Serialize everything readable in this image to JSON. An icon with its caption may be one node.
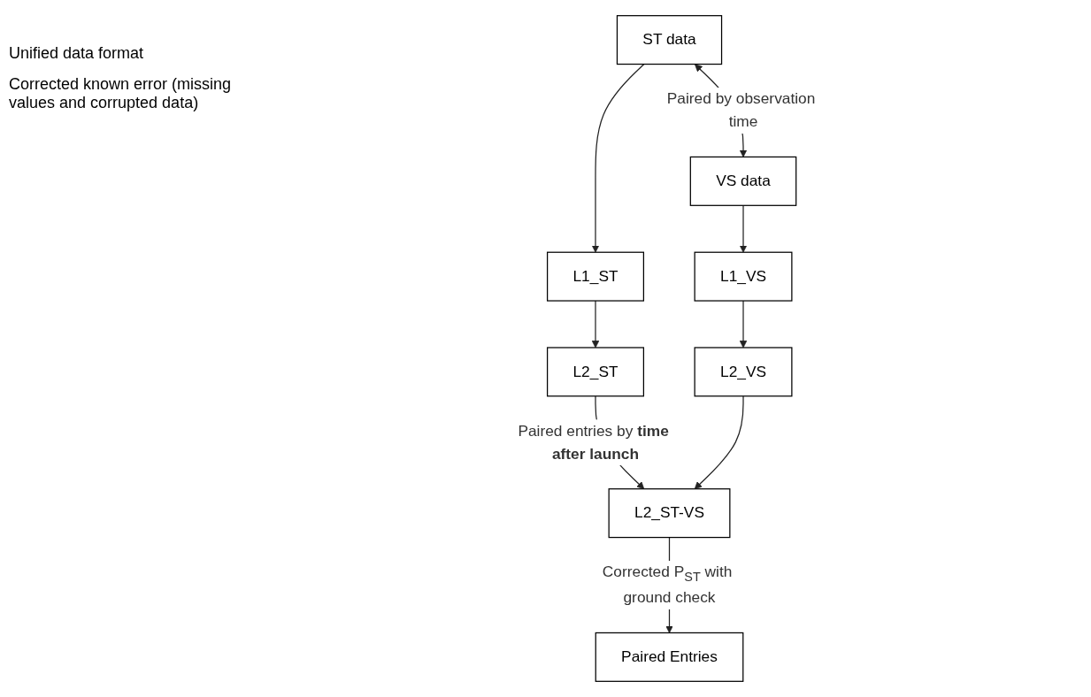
{
  "diagram": {
    "nodes": [
      {
        "text": [
          "ST data"
        ]
      },
      {
        "text": [
          "VS data"
        ]
      },
      {
        "text": [
          "L1_ST"
        ]
      },
      {
        "text": [
          "L1_VS"
        ]
      },
      {
        "text": [
          "L2_ST"
        ]
      },
      {
        "text": [
          "L2_VS"
        ]
      },
      {
        "text": [
          "L2_ST-VS"
        ]
      },
      {
        "text": [
          "Paired Entries"
        ]
      }
    ],
    "edges": [
      {
        "from": 0,
        "to": 1,
        "arrow": "both",
        "label": "Paired by observation time"
      },
      {
        "from": 0,
        "to": 2,
        "arrow": "to"
      },
      {
        "from": 1,
        "to": 3,
        "arrow": "to"
      },
      {
        "from": 2,
        "to": 4,
        "arrow": "to"
      },
      {
        "from": 3,
        "to": 5,
        "arrow": "to"
      },
      {
        "from": 4,
        "to": 6,
        "arrow": "to",
        "label": "Paired entries by **time after launch**"
      },
      {
        "from": 5,
        "to": 6,
        "arrow": "to"
      },
      {
        "from": 6,
        "to": 7,
        "arrow": "to",
        "label": "Corrected P$_{ST}$ with ground check"
      }
    ],
    "labels": [
      "Unified data format",
      "Corrected known error (missing values and corrupted data)"
    ]
  }
}
